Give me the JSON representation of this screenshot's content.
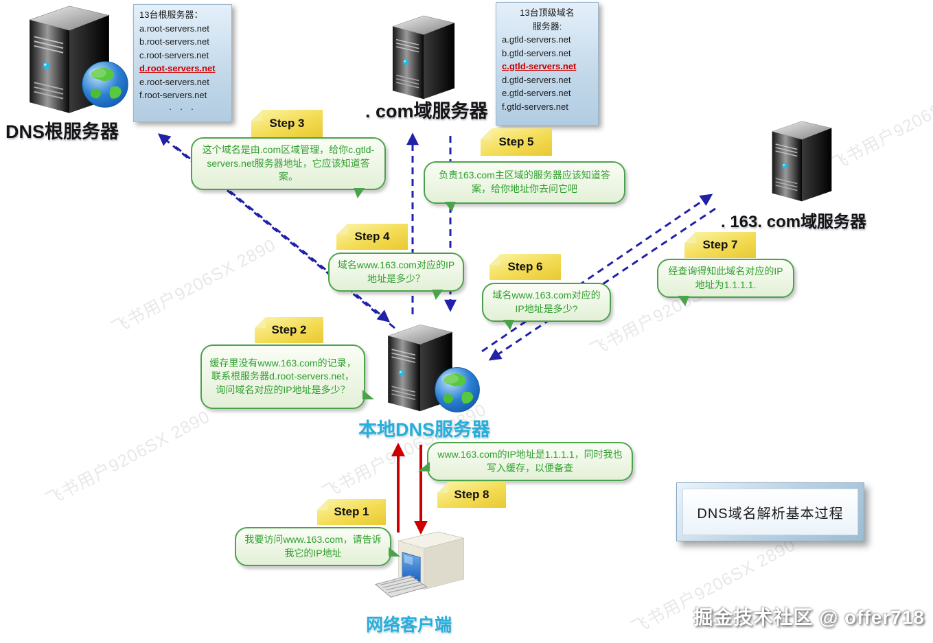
{
  "title_box": {
    "text": "DNS域名解析基本过程"
  },
  "watermark": {
    "text": "飞书用户9206SX 2890"
  },
  "credit": "掘金技术社区 @ offer718",
  "colors": {
    "arrow_dns": "#2020a8",
    "arrow_client": "#cc0000",
    "bubble_green": "#2f9e2f",
    "note_yellow": "#f3dc55",
    "highlight_red": "#d00000",
    "label_cyan": "#27aeda"
  },
  "nodes": {
    "root": {
      "label": "DNS根服务器",
      "list_title": "13台根服务器：",
      "items": [
        "a.root-servers.net",
        "b.root-servers.net",
        "c.root-servers.net",
        "d.root-servers.net",
        "e.root-servers.net",
        "f.root-servers.net",
        "· · ·"
      ]
    },
    "gtld": {
      "label": ". com域服务器",
      "list_title_line1": "13台顶级域名",
      "list_title_line2": "服务器:",
      "items": [
        "a.gtld-servers.net",
        "b.gtld-servers.net",
        "c.gtld-servers.net",
        "d.gtld-servers.net",
        "e.gtld-servers.net",
        "f.gtld-servers.net"
      ]
    },
    "site163": {
      "label": ". 163. com域服务器"
    },
    "local": {
      "label": "本地DNS服务器"
    },
    "client": {
      "label": "网络客户端"
    }
  },
  "steps": {
    "s1": {
      "label": "Step 1",
      "text": "我要访问www.163.com，请告诉我它的IP地址"
    },
    "s2": {
      "label": "Step 2",
      "text": "缓存里没有www.163.com的记录，联系根服务器d.root-servers.net，询问域名对应的IP地址是多少？"
    },
    "s3": {
      "label": "Step 3",
      "text": "这个域名是由.com区域管理，给你c.gtld-servers.net服务器地址，它应该知道答案。"
    },
    "s4": {
      "label": "Step 4",
      "text": "域名www.163.com对应的IP地址是多少？"
    },
    "s5": {
      "label": "Step 5",
      "text": "负责163.com主区域的服务器应该知道答案，给你地址你去问它吧"
    },
    "s6": {
      "label": "Step 6",
      "text": "域名www.163.com对应的IP地址是多少?"
    },
    "s7": {
      "label": "Step 7",
      "text": "经查询得知此域名对应的IP地址为1.1.1.1."
    },
    "s8": {
      "label": "Step 8",
      "text": "www.163.com的IP地址是1.1.1.1，同时我也写入缓存，以便备查"
    }
  }
}
